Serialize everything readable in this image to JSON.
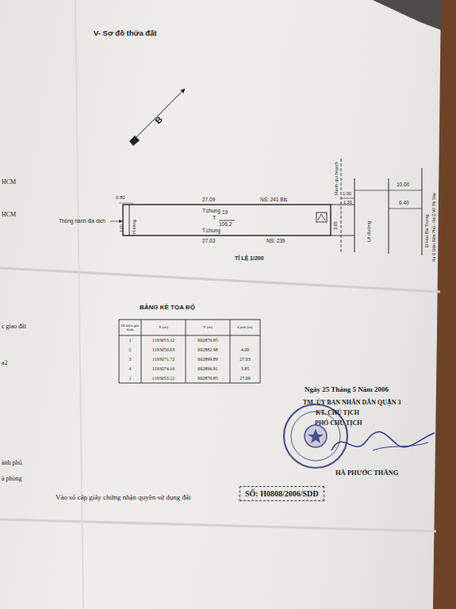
{
  "diagram": {
    "title": "V- Sơ đồ thửa đất",
    "nodes": [
      {
        "text": [
          "T",
          "19",
          "106.2"
        ]
      },
      {
        "text": [
          "SỐ: H0808/2006/SDĐ"
        ]
      }
    ],
    "labels": [
      "HCM",
      "HCM",
      "c giao đất",
      "a2",
      "ành phố.",
      "à phòng",
      "B",
      "0.80",
      "1.00",
      "H.riêng",
      "Thông hành địa dịch",
      "27.09",
      "NS: 241 Bis",
      "T.chung",
      "T.chung",
      "27.03",
      "NS: 239",
      "TỈ LỆ 1/200",
      "Ranh qui hoạch",
      "1.30",
      "1.30",
      "3.85",
      "Lề đường",
      "10.00",
      "6.40",
      "Đ Hai Bà Trưng",
      "Ra Đ Điện Biên Phủ - Ra Đ Võ Thị Sáu",
      "BẢNG KÊ TỌA ĐỘ",
      "Số hiệu góc thửa",
      "X (m)",
      "Y (m)",
      "Cạnh (m)",
      "1",
      "1193053.12",
      "602879.85",
      "2",
      "1193050.63",
      "602882.98",
      "4.00",
      "3",
      "1193071.72",
      "602899.89",
      "27.03",
      "4",
      "1193074.16",
      "602896.91",
      "3.85",
      "1",
      "1193053.12",
      "602879.85",
      "27.09",
      "Ngày 25 Tháng 5 Năm 2006",
      "TM. ỦY BAN NHÂN DÂN QUẬN 3",
      "KT. CHỦ TỊCH",
      "PHÓ CHỦ TỊCH",
      "HÀ PHƯỚC THẮNG",
      "Vào sổ cấp giấy chứng nhận quyền sử dụng đất"
    ]
  }
}
